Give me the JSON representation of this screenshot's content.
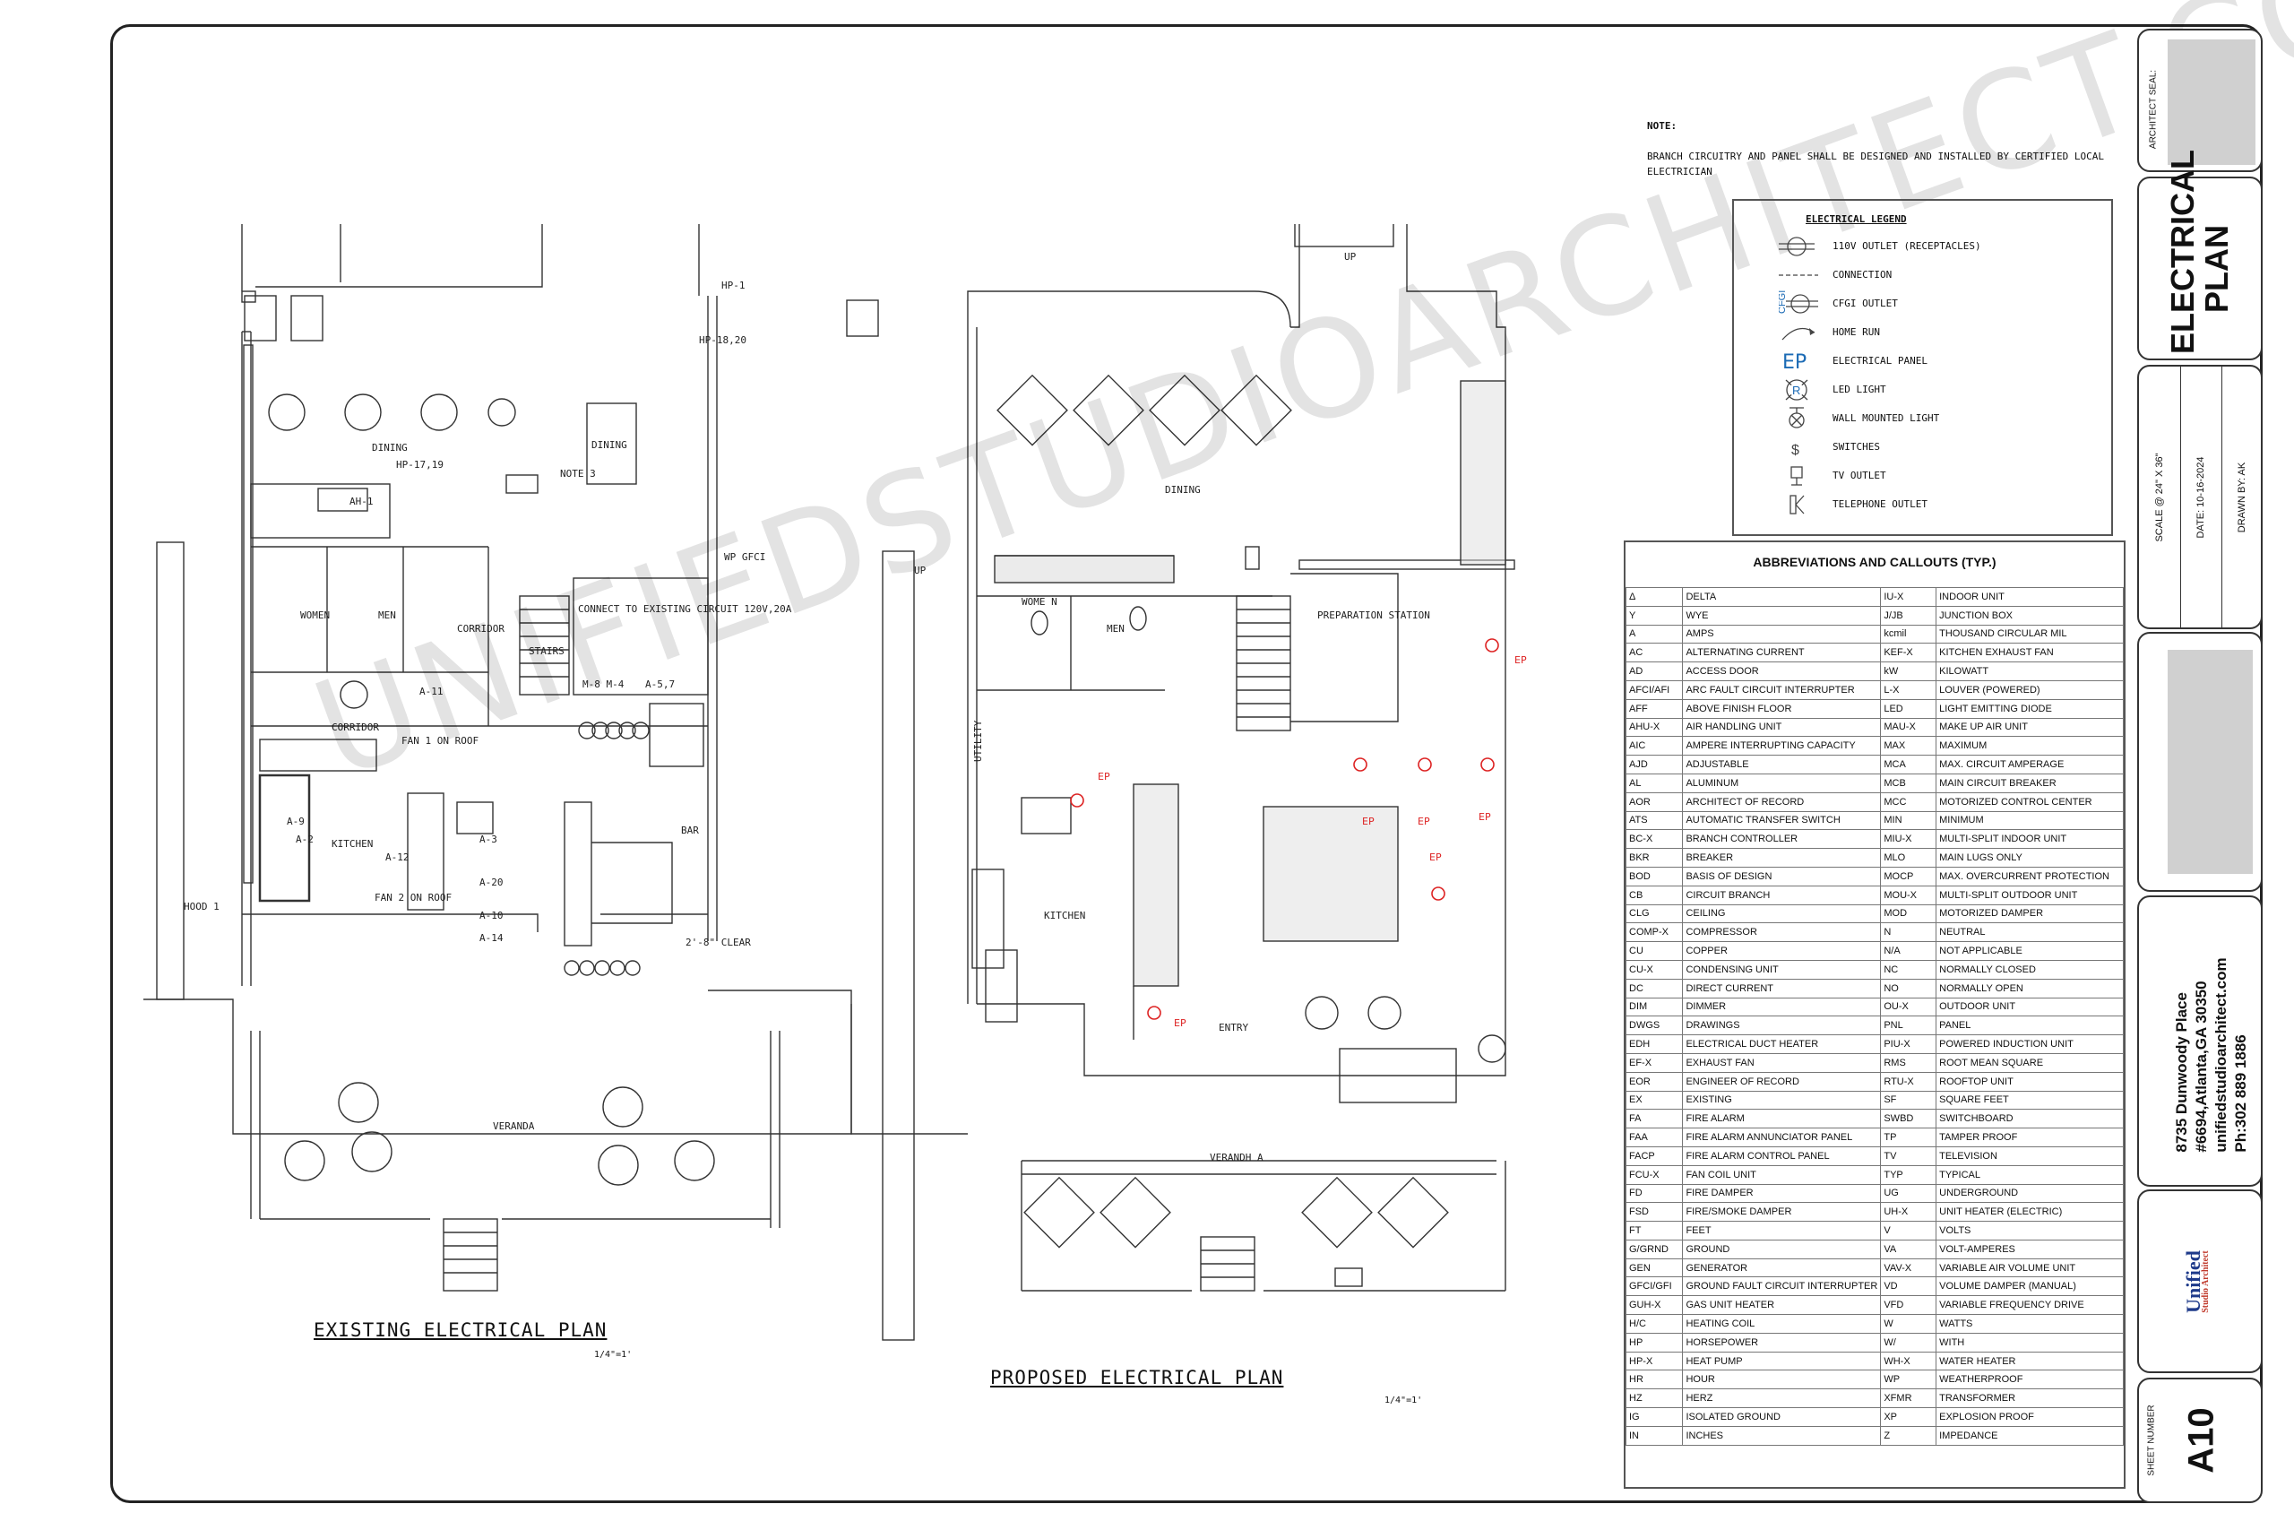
{
  "note": {
    "title": "NOTE:",
    "body": "BRANCH CIRCUITRY AND PANEL SHALL BE DESIGNED AND INSTALLED BY CERTIFIED LOCAL ELECTRICIAN"
  },
  "legend": {
    "title": "ELECTRICAL LEGEND",
    "items": [
      {
        "icon": "receptacle-icon",
        "label": "110V OUTLET (RECEPTACLES)"
      },
      {
        "icon": "connection-icon",
        "label": "CONNECTION"
      },
      {
        "icon": "gfci-icon",
        "icon_text": "CFGI",
        "label": "CFGI OUTLET"
      },
      {
        "icon": "home-run-icon",
        "label": "HOME RUN"
      },
      {
        "icon": "panel-icon",
        "icon_text": "EP",
        "label": "ELECTRICAL PANEL"
      },
      {
        "icon": "led-icon",
        "icon_text": "R",
        "label": "LED LIGHT"
      },
      {
        "icon": "wall-light-icon",
        "label": "WALL MOUNTED LIGHT"
      },
      {
        "icon": "switch-icon",
        "icon_text": "$",
        "label": "SWITCHES"
      },
      {
        "icon": "tv-outlet-icon",
        "label": "TV OUTLET"
      },
      {
        "icon": "telephone-outlet-icon",
        "label": "TELEPHONE OUTLET"
      }
    ]
  },
  "abbreviations": {
    "title": "ABBREVIATIONS AND CALLOUTS (TYP.)",
    "rows": [
      [
        "Δ",
        "DELTA",
        "IU-X",
        "INDOOR UNIT"
      ],
      [
        "Y",
        "WYE",
        "J/JB",
        "JUNCTION BOX"
      ],
      [
        "A",
        "AMPS",
        "kcmil",
        "THOUSAND CIRCULAR MIL"
      ],
      [
        "AC",
        "ALTERNATING CURRENT",
        "KEF-X",
        "KITCHEN EXHAUST FAN"
      ],
      [
        "AD",
        "ACCESS DOOR",
        "kW",
        "KILOWATT"
      ],
      [
        "AFCI/AFI",
        "ARC FAULT CIRCUIT INTERRUPTER",
        "L-X",
        "LOUVER (POWERED)"
      ],
      [
        "AFF",
        "ABOVE FINISH FLOOR",
        "LED",
        "LIGHT EMITTING DIODE"
      ],
      [
        "AHU-X",
        "AIR HANDLING UNIT",
        "MAU-X",
        "MAKE UP AIR UNIT"
      ],
      [
        "AIC",
        "AMPERE INTERRUPTING CAPACITY",
        "MAX",
        "MAXIMUM"
      ],
      [
        "AJD",
        "ADJUSTABLE",
        "MCA",
        "MAX. CIRCUIT AMPERAGE"
      ],
      [
        "AL",
        "ALUMINUM",
        "MCB",
        "MAIN CIRCUIT BREAKER"
      ],
      [
        "AOR",
        "ARCHITECT OF RECORD",
        "MCC",
        "MOTORIZED CONTROL CENTER"
      ],
      [
        "ATS",
        "AUTOMATIC TRANSFER SWITCH",
        "MIN",
        "MINIMUM"
      ],
      [
        "BC-X",
        "BRANCH CONTROLLER",
        "MIU-X",
        "MULTI-SPLIT INDOOR UNIT"
      ],
      [
        "BKR",
        "BREAKER",
        "MLO",
        "MAIN LUGS ONLY"
      ],
      [
        "BOD",
        "BASIS OF DESIGN",
        "MOCP",
        "MAX. OVERCURRENT PROTECTION"
      ],
      [
        "CB",
        "CIRCUIT BRANCH",
        "MOU-X",
        "MULTI-SPLIT OUTDOOR UNIT"
      ],
      [
        "CLG",
        "CEILING",
        "MOD",
        "MOTORIZED DAMPER"
      ],
      [
        "COMP-X",
        "COMPRESSOR",
        "N",
        "NEUTRAL"
      ],
      [
        "CU",
        "COPPER",
        "N/A",
        "NOT APPLICABLE"
      ],
      [
        "CU-X",
        "CONDENSING UNIT",
        "NC",
        "NORMALLY CLOSED"
      ],
      [
        "DC",
        "DIRECT CURRENT",
        "NO",
        "NORMALLY OPEN"
      ],
      [
        "DIM",
        "DIMMER",
        "OU-X",
        "OUTDOOR UNIT"
      ],
      [
        "DWGS",
        "DRAWINGS",
        "PNL",
        "PANEL"
      ],
      [
        "EDH",
        "ELECTRICAL DUCT HEATER",
        "PIU-X",
        "POWERED INDUCTION UNIT"
      ],
      [
        "EF-X",
        "EXHAUST FAN",
        "RMS",
        "ROOT MEAN SQUARE"
      ],
      [
        "EOR",
        "ENGINEER OF RECORD",
        "RTU-X",
        "ROOFTOP UNIT"
      ],
      [
        "EX",
        "EXISTING",
        "SF",
        "SQUARE FEET"
      ],
      [
        "FA",
        "FIRE ALARM",
        "SWBD",
        "SWITCHBOARD"
      ],
      [
        "FAA",
        "FIRE ALARM ANNUNCIATOR PANEL",
        "TP",
        "TAMPER PROOF"
      ],
      [
        "FACP",
        "FIRE ALARM CONTROL PANEL",
        "TV",
        "TELEVISION"
      ],
      [
        "FCU-X",
        "FAN COIL UNIT",
        "TYP",
        "TYPICAL"
      ],
      [
        "FD",
        "FIRE DAMPER",
        "UG",
        "UNDERGROUND"
      ],
      [
        "FSD",
        "FIRE/SMOKE DAMPER",
        "UH-X",
        "UNIT HEATER (ELECTRIC)"
      ],
      [
        "FT",
        "FEET",
        "V",
        "VOLTS"
      ],
      [
        "G/GRND",
        "GROUND",
        "VA",
        "VOLT-AMPERES"
      ],
      [
        "GEN",
        "GENERATOR",
        "VAV-X",
        "VARIABLE AIR VOLUME UNIT"
      ],
      [
        "GFCI/GFI",
        "GROUND FAULT CIRCUIT INTERRUPTER",
        "VD",
        "VOLUME DAMPER (MANUAL)"
      ],
      [
        "GUH-X",
        "GAS UNIT HEATER",
        "VFD",
        "VARIABLE FREQUENCY DRIVE"
      ],
      [
        "H/C",
        "HEATING COIL",
        "W",
        "WATTS"
      ],
      [
        "HP",
        "HORSEPOWER",
        "W/",
        "WITH"
      ],
      [
        "HP-X",
        "HEAT PUMP",
        "WH-X",
        "WATER HEATER"
      ],
      [
        "HR",
        "HOUR",
        "WP",
        "WEATHERPROOF"
      ],
      [
        "HZ",
        "HERZ",
        "XFMR",
        "TRANSFORMER"
      ],
      [
        "IG",
        "ISOLATED GROUND",
        "XP",
        "EXPLOSION PROOF"
      ],
      [
        "IN",
        "INCHES",
        "Z",
        "IMPEDANCE"
      ]
    ]
  },
  "existing_plan": {
    "title": "EXISTING ELECTRICAL PLAN",
    "scale": "1/4\"=1'",
    "labels": {
      "dining": "DINING",
      "dining2": "DINING",
      "note3": "NOTE 3",
      "hp1": "HP-1",
      "hp1820": "HP-18,20",
      "hp1719": "HP-17,19",
      "ah1": "AH-1",
      "women": "WOMEN",
      "men": "MEN",
      "corridor": "CORRIDOR",
      "corridor2": "CORRIDOR",
      "stairs": "STAIRS",
      "kitchen": "KITCHEN",
      "bar": "BAR",
      "veranda": "VERANDA",
      "hood": "HOOD 1",
      "fan1": "FAN 1 ON ROOF",
      "fan2": "FAN 2 ON ROOF",
      "clear": "2'-8\" CLEAR",
      "a11": "A-11",
      "a2": "A-2",
      "a3": "A-3",
      "a9": "A-9",
      "a12": "A-12",
      "a20": "A-20",
      "a10": "A-10",
      "a14": "A-14",
      "a57": "A-5,7",
      "m8": "M-8 M-4",
      "wp": "WP GFCI",
      "connect": "CONNECT TO EXISTING CIRCUIT 120V,20A"
    }
  },
  "proposed_plan": {
    "title": "PROPOSED ELECTRICAL PLAN",
    "scale": "1/4\"=1'",
    "labels": {
      "dining": "DINING",
      "women": "WOME N",
      "men": "MEN",
      "prep": "PREPARATION STATION",
      "kitchen": "KITCHEN",
      "entry": "ENTRY",
      "veranda": "VERANDH A",
      "up": "UP",
      "up2": "UP",
      "utility": "UTILITY",
      "ep": "EP"
    }
  },
  "watermark": "UNIFIEDSTUDIOARCHITECT.COM",
  "title_block": {
    "architect_seal": "ARCHITECT SEAL:",
    "sheet_title": "ELECTRICAL PLAN",
    "scale": "SCALE @ 24\" X 36\"",
    "date": "DATE: 10-16-2024",
    "drawn_by": "DRAWN BY: AK",
    "address_line1": "8735 Dunwoody Place",
    "address_line2": "#6694,Atlanta,GA 30350",
    "website": "unifiedstudioarchitect.com",
    "phone": "Ph:302 889 1886",
    "logo_main": "Unified",
    "logo_sub": "Studio Architect",
    "sheet_number_label": "SHEET NUMBER",
    "sheet_number": "A10"
  }
}
